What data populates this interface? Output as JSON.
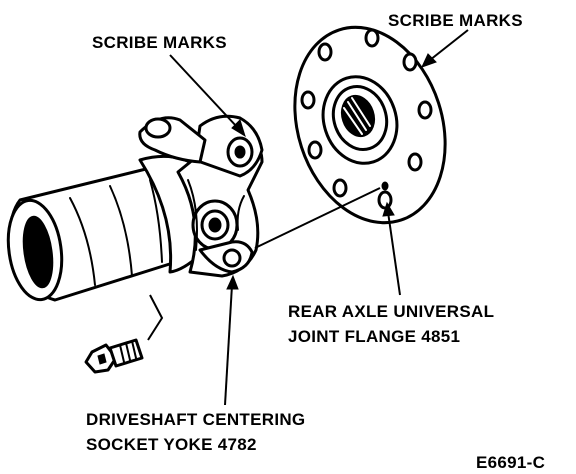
{
  "labels": {
    "scribe_marks_left": "SCRIBE MARKS",
    "scribe_marks_right": "SCRIBE MARKS",
    "flange_line1": "REAR AXLE UNIVERSAL",
    "flange_line2": "JOINT FLANGE 4851",
    "yoke_line1": "DRIVESHAFT CENTERING",
    "yoke_line2": "SOCKET YOKE 4782",
    "figure_code": "E6691-C"
  },
  "colors": {
    "ink": "#000000",
    "paper": "#ffffff"
  }
}
